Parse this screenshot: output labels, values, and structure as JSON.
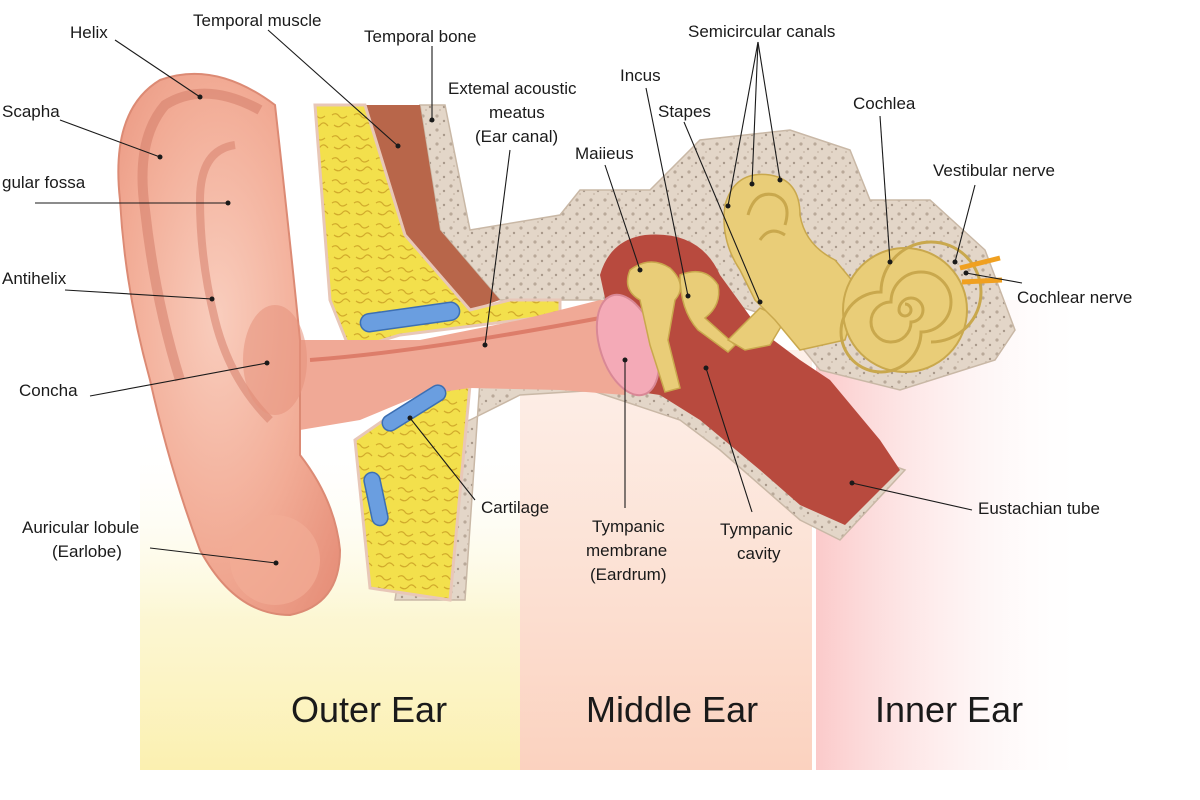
{
  "regions": {
    "outer": "Outer Ear",
    "middle": "Middle Ear",
    "inner": "Inner Ear"
  },
  "labels": {
    "helix": "Helix",
    "temporal_muscle": "Temporal muscle",
    "temporal_bone": "Temporal bone",
    "semicircular_canals": "Semicircular canals",
    "scapha": "Scapha",
    "triangular_fossa": "gular fossa",
    "external_meatus_1": "Extemal acoustic",
    "external_meatus_2": "meatus",
    "external_meatus_3": "(Ear canal)",
    "incus": "Incus",
    "stapes": "Stapes",
    "cochlea": "Cochlea",
    "malleus": "Maiieus",
    "vestibular_nerve": "Vestibular nerve",
    "antihelix": "Antihelix",
    "cochlear_nerve": "Cochlear nerve",
    "concha": "Concha",
    "cartilage": "Cartilage",
    "eustachian_tube": "Eustachian tube",
    "tympanic_membrane_1": "Tympanic",
    "tympanic_membrane_2": "membrane",
    "tympanic_membrane_3": "(Eardrum)",
    "tympanic_cavity_1": "Tympanic",
    "tympanic_cavity_2": "cavity",
    "auricular_lobule_1": "Auricular lobule",
    "auricular_lobule_2": "(Earlobe)"
  },
  "colors": {
    "outer_band": "#fbf3c0",
    "middle_band": "#fbd9c8",
    "inner_band": "#fbd0d0",
    "skin": "#f1a892",
    "skin_dark": "#e38b76",
    "skin_light": "#f7c4b4",
    "bone": "#ddd0c2",
    "cartilage_yellow": "#f2e04a",
    "canal_red": "#b84a3e",
    "ossicle": "#e9cd78",
    "vessel_blue": "#6a9ee0",
    "eardrum_pink": "#f4aab7"
  }
}
